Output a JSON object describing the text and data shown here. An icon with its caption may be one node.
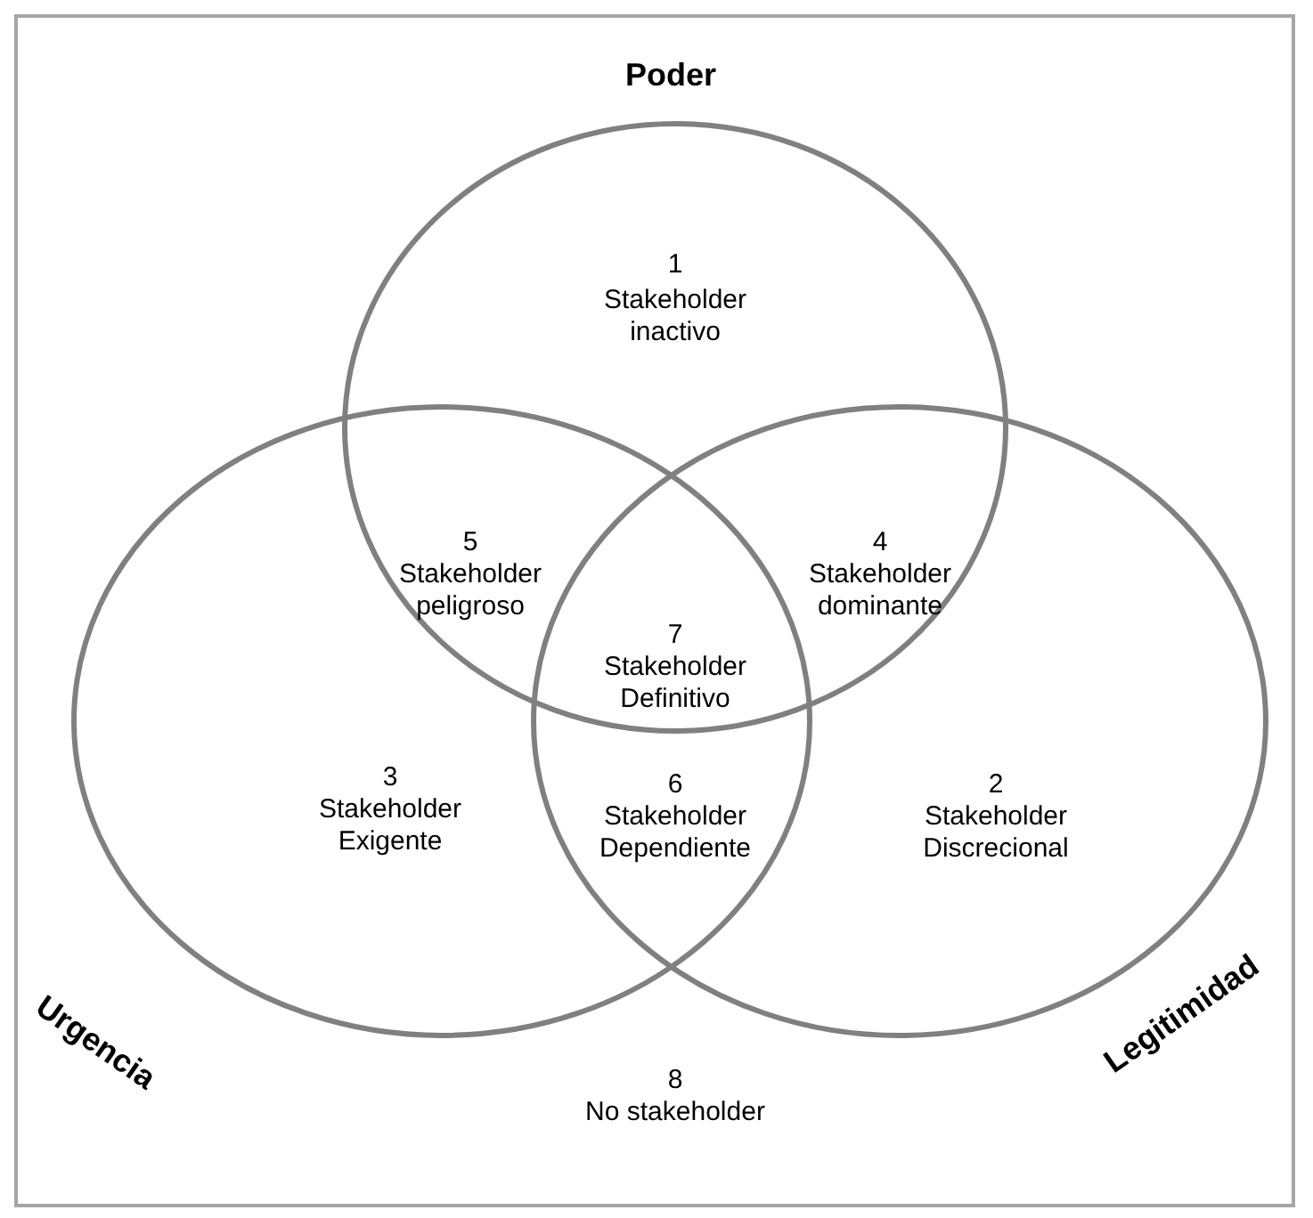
{
  "diagram": {
    "nodes": [
      {
        "text": [
          "Poder"
        ]
      },
      {
        "text": [
          "Urgencia"
        ]
      },
      {
        "text": [
          "Legitimidad"
        ]
      }
    ],
    "labels": [
      "1",
      "Stakeholder inactivo",
      "5",
      "Stakeholder peligroso",
      "4",
      "Stakeholder dominante",
      "7",
      "Stakeholder Definitivo",
      "3",
      "Stakeholder Exigente",
      "6",
      "Stakeholder Dependiente",
      "2",
      "Stakeholder Discrecional",
      "8",
      "No stakeholder"
    ]
  }
}
